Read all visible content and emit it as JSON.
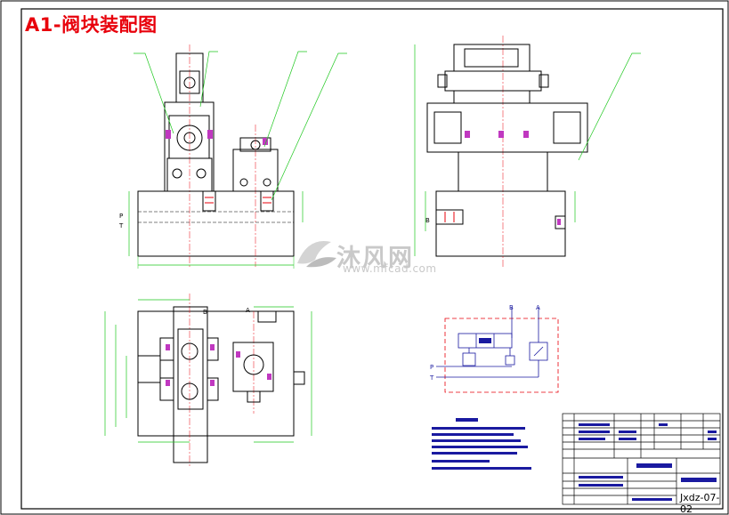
{
  "title": "A1-阀块装配图",
  "watermark": {
    "text": "沐风网",
    "url": "www.mfcad.com",
    "logo_icon": "mfcad-logo-icon"
  },
  "schematic": {
    "port_b": "B",
    "port_a": "A",
    "port_p": "P",
    "port_t": "T"
  },
  "front_view": {
    "port_p": "P",
    "port_t": "T"
  },
  "side_view": {
    "port_b": "B"
  },
  "top_view": {
    "port_b": "B",
    "port_a": "A"
  },
  "title_block": {
    "drawing_code": "Jxdz-07-02"
  },
  "colors": {
    "outline": "#000000",
    "dimension": "#1ec81e",
    "accent": "#e8000b",
    "hydraulic": "#1a1aa0",
    "bolt": "#c038c0"
  }
}
